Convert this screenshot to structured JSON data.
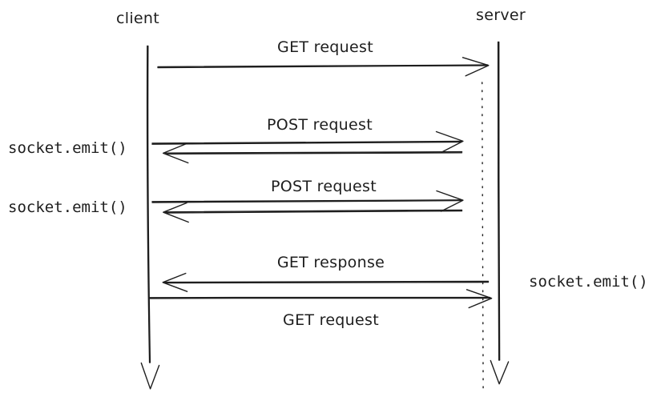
{
  "diagram": {
    "background": "#ffffff",
    "stroke_color": "#1e1e1e",
    "actors": [
      {
        "id": "client",
        "label": "client"
      },
      {
        "id": "server",
        "label": "server"
      }
    ],
    "messages": [
      {
        "label": "GET request",
        "from": "client",
        "to": "server",
        "style": "solid-arrow-right"
      },
      {
        "label": "POST request",
        "from": "client",
        "to": "server",
        "style": "arrow-right-with-return-arrow-left"
      },
      {
        "label": "POST request",
        "from": "client",
        "to": "server",
        "style": "arrow-right-with-return-arrow-left"
      },
      {
        "label": "GET response",
        "from": "server",
        "to": "client",
        "style": "solid-arrow-left"
      },
      {
        "label": "GET request",
        "from": "client",
        "to": "server",
        "style": "solid-arrow-right"
      }
    ],
    "annotations": [
      {
        "label": "socket.emit()",
        "side": "left"
      },
      {
        "label": "socket.emit()",
        "side": "left"
      },
      {
        "label": "socket.emit()",
        "side": "right"
      }
    ]
  }
}
